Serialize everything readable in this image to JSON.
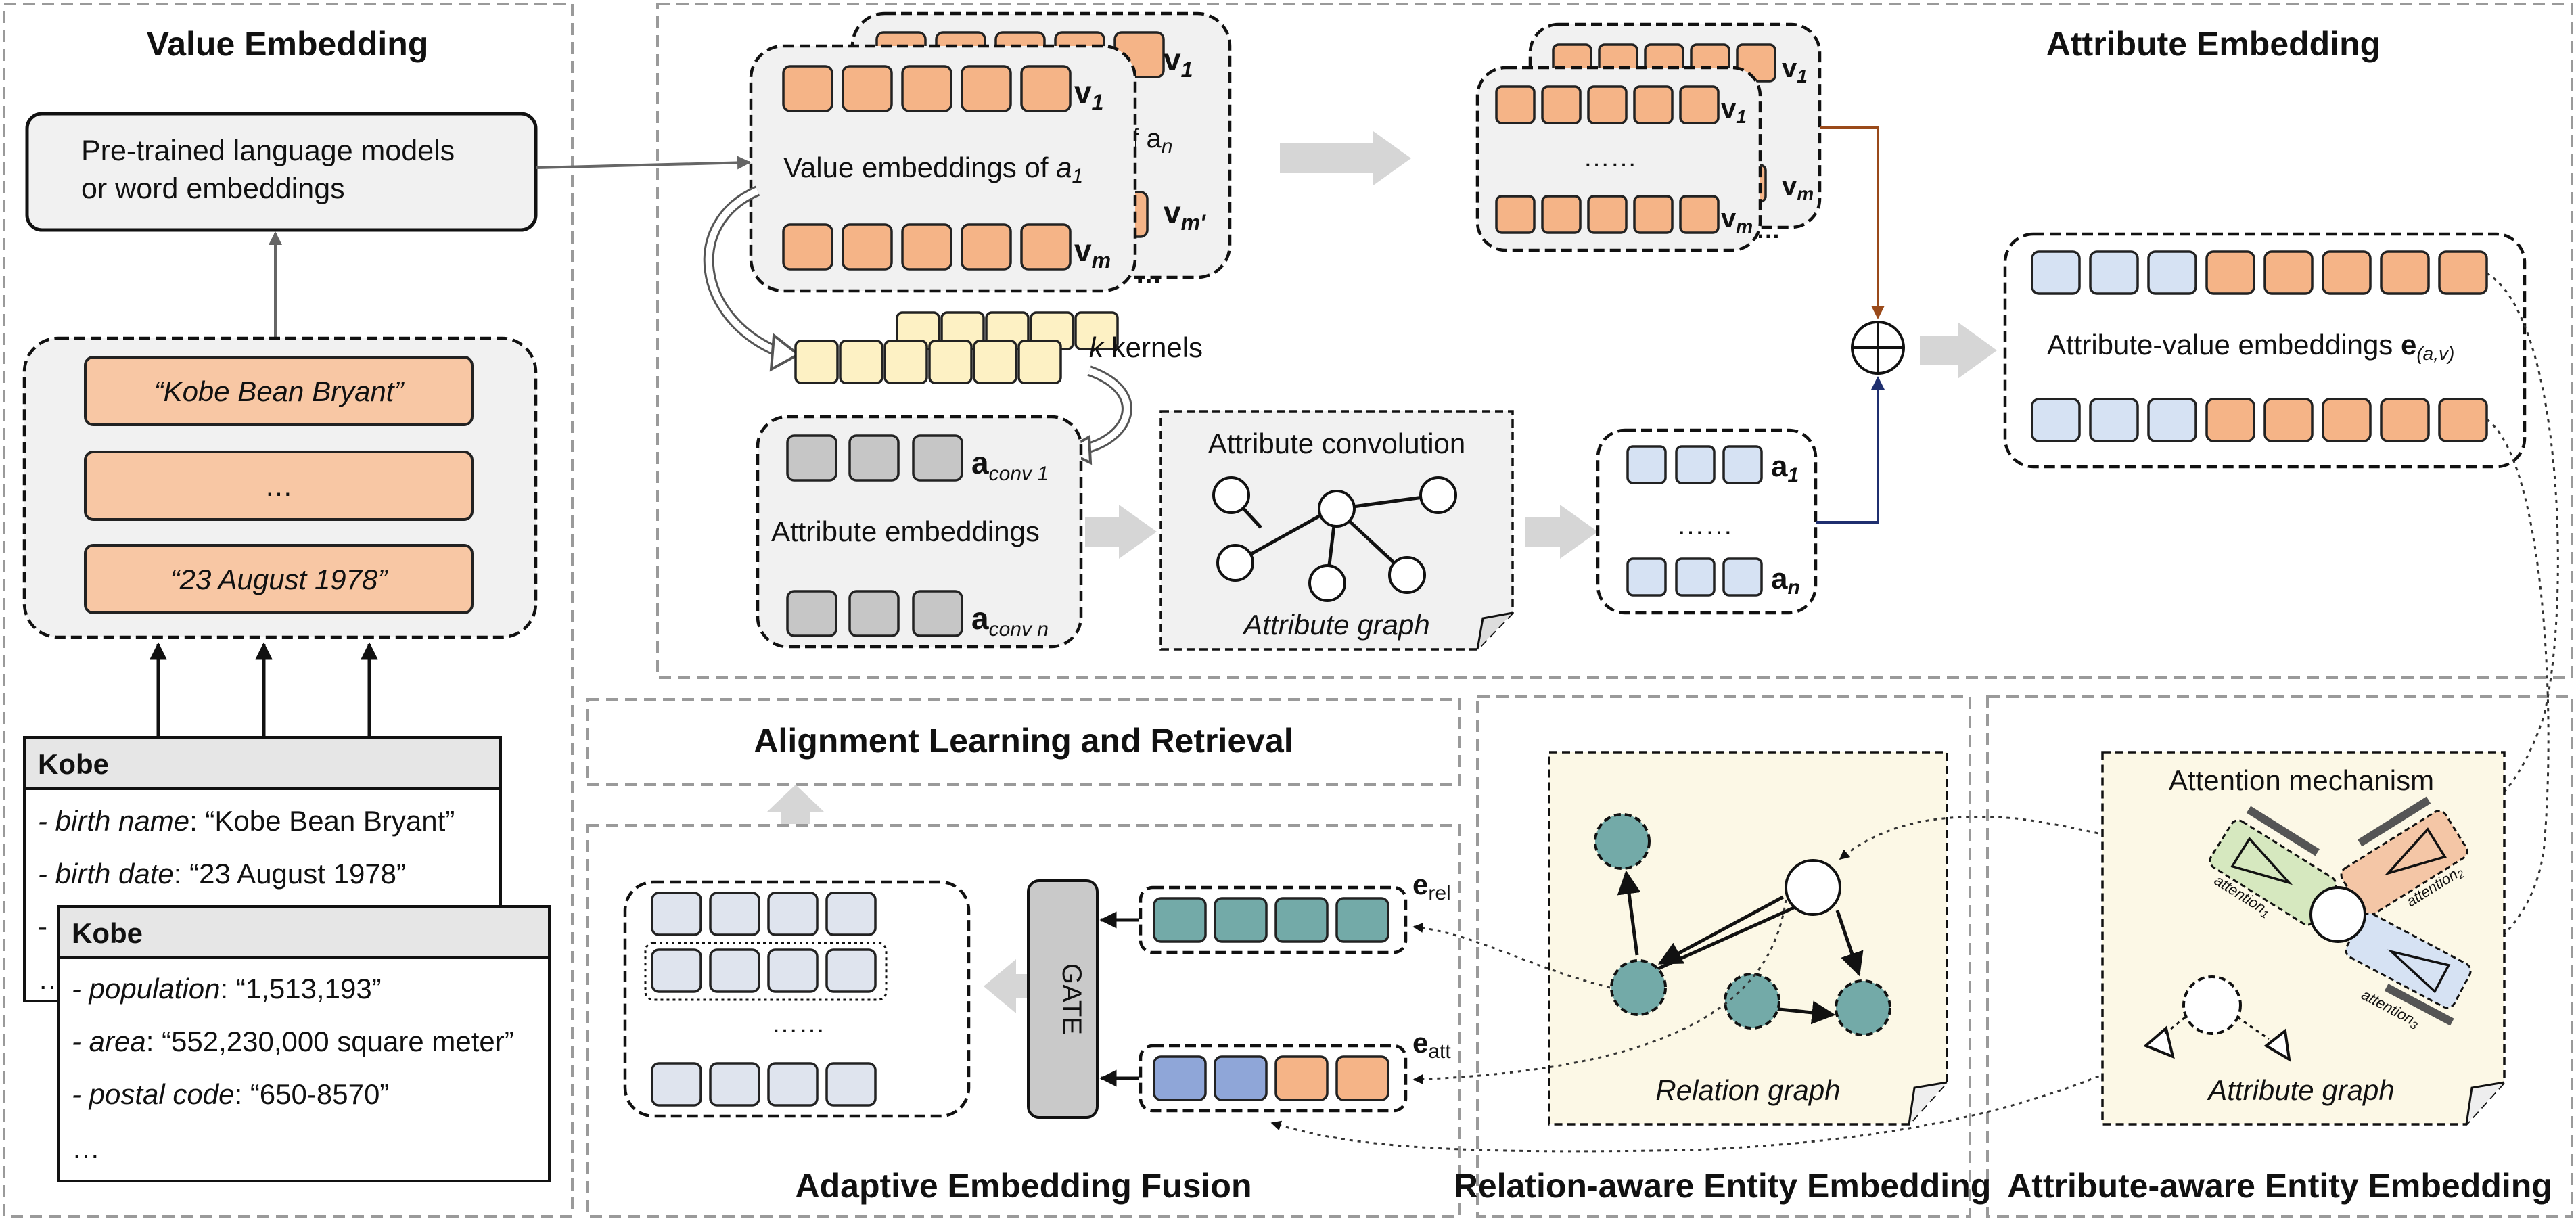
{
  "panels": {
    "value_embedding": "Value Embedding",
    "attribute_embedding": "Attribute Embedding",
    "alignment": "Alignment Learning and Retrieval",
    "fusion": "Adaptive Embedding Fusion",
    "relation_entity": "Relation-aware Entity Embedding",
    "attribute_entity": "Attribute-aware Entity Embedding"
  },
  "value_embedding": {
    "plm_line1": "Pre-trained language models",
    "plm_line2": "or word embeddings",
    "values": [
      "“Kobe Bean Bryant”",
      "…",
      "“23 August 1978”"
    ]
  },
  "entity_cards": [
    {
      "title": "Kobe",
      "rows": [
        {
          "attr": "- birth name",
          "value": ": “Kobe Bean Bryant”"
        },
        {
          "attr": "- birth date",
          "value": ": “23 August 1978”"
        },
        {
          "attr": "-",
          "value": ""
        },
        {
          "attr": "…",
          "value": ""
        }
      ]
    },
    {
      "title": "Kobe",
      "rows": [
        {
          "attr": "- population",
          "value": ": “1,513,193”"
        },
        {
          "attr": "- area",
          "value": ": “552,230,000 square meter”"
        },
        {
          "attr": "- postal code",
          "value": ": “650-8570”"
        },
        {
          "attr": "…",
          "value": ""
        }
      ]
    }
  ],
  "attribute_embedding": {
    "value_emb_label": "Value embeddings of ",
    "value_emb_sub": "a",
    "value_emb_sub_idx": "1",
    "back_label": "of a",
    "back_label_idx": "n",
    "v1": "v",
    "v1_idx": "1",
    "vm": "v",
    "vm_idx": "m",
    "vmp_idx": "m′",
    "kernels_k": "k",
    "kernels_label": " kernels",
    "aconv1": "a",
    "aconv1_idx": "conv 1",
    "aconvn_idx": "conv n",
    "attr_emb_label": "Attribute embeddings",
    "attr_conv_label": "Attribute convolution",
    "attr_graph_label": "Attribute graph",
    "a1": "a",
    "a1_idx": "1",
    "an_idx": "n",
    "dots": "……",
    "av_label": "Attribute-value embeddings ",
    "av_e": "e",
    "av_idx": "(a,v)",
    "ellipsis": "…"
  },
  "fusion": {
    "gate": "GATE",
    "e_rel": "e",
    "e_rel_idx": "rel",
    "e_att": "e",
    "e_att_idx": "att",
    "dots": "……"
  },
  "relation_entity": {
    "graph_label": "Relation graph"
  },
  "attribute_entity": {
    "attention_label": "Attention mechanism",
    "graph_label": "Attribute graph",
    "att1": "attention",
    "att1_idx": "1",
    "att2": "attention",
    "att2_idx": "2",
    "att3": "attention",
    "att3_idx": "3"
  },
  "colors": {
    "value_orange": "#f5b487",
    "attribute_blue": "#d6e2f3",
    "kernel_yellow": "#fdf1c4",
    "relation_teal": "#73aaa8",
    "graph_bg": "#fcf8e6"
  }
}
